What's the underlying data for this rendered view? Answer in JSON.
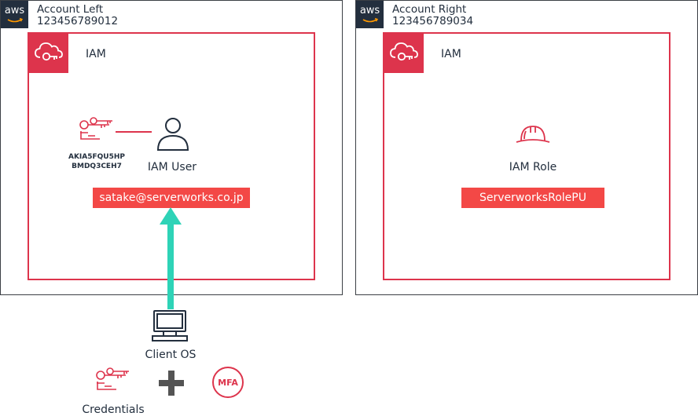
{
  "accounts": {
    "left": {
      "name": "Account Left",
      "id": "123456789012"
    },
    "right": {
      "name": "Account Right",
      "id": "123456789034"
    }
  },
  "aws_badge": "aws",
  "iam": {
    "label": "IAM"
  },
  "user": {
    "access_key_line1": "AKIA5FQU5HP",
    "access_key_line2": "BMDQ3CEH7",
    "caption": "IAM User",
    "email": "satake@serverworks.co.jp"
  },
  "role": {
    "caption": "IAM Role",
    "name": "ServerworksRolePU"
  },
  "client": {
    "caption": "Client OS",
    "credentials": "Credentials",
    "mfa": "MFA"
  },
  "colors": {
    "aws_dark": "#232f3e",
    "iam_red": "#dd344c",
    "label_red": "#f34846",
    "arrow_teal": "#2ed3b7",
    "plus_gray": "#545454"
  }
}
